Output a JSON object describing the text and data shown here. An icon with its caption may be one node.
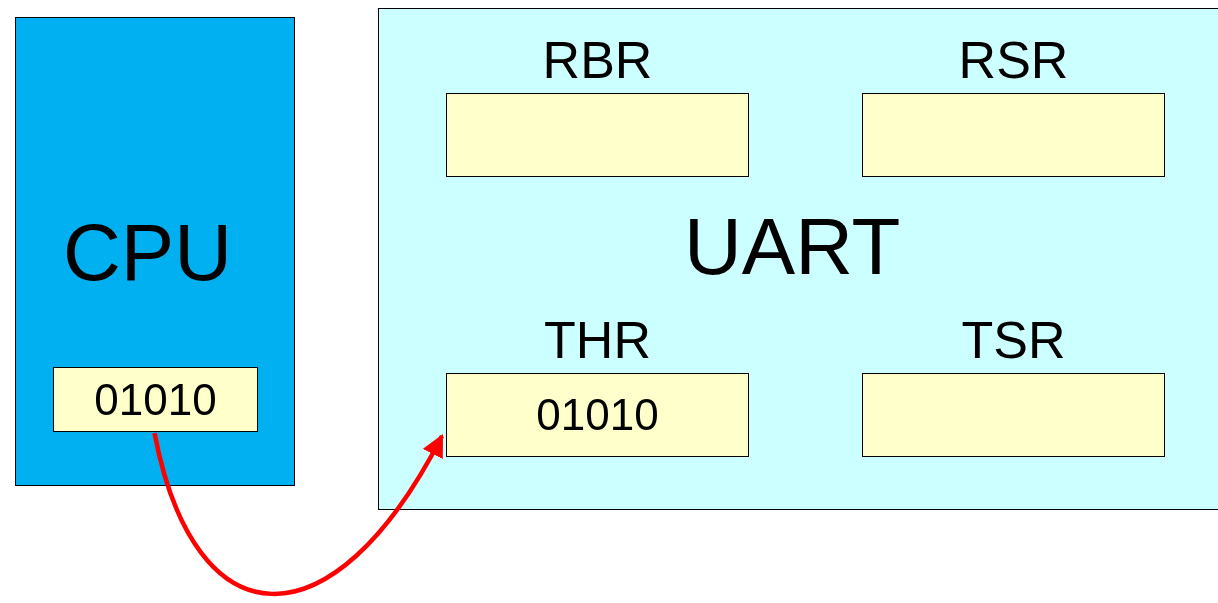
{
  "diagram": {
    "nodes": [
      {
        "text": [
          "CPU"
        ]
      },
      {
        "text": [
          "01010"
        ],
        "in": 0
      },
      {
        "text": [
          "UART"
        ]
      },
      {
        "text": [
          "RBR"
        ],
        "in": 2
      },
      {
        "text": [
          "RSR"
        ],
        "in": 2
      },
      {
        "text": [
          "THR",
          "01010"
        ],
        "in": 2
      },
      {
        "text": [
          "TSR"
        ],
        "in": 2
      }
    ],
    "edges": [
      {
        "from": 1,
        "to": 5,
        "arrow": "to",
        "color": "#ff0000"
      }
    ]
  }
}
